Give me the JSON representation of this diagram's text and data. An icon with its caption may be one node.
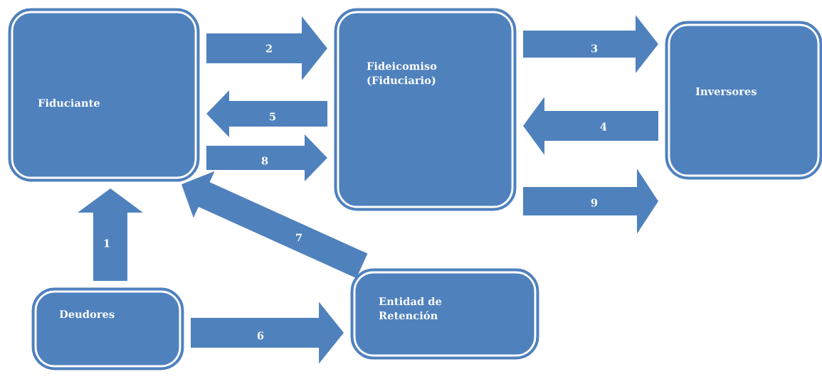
{
  "diagram": {
    "nodes": [
      {
        "text": [
          "Fiduciante"
        ]
      },
      {
        "text": [
          "Fideicomiso (Fiduciario)"
        ]
      },
      {
        "text": [
          "Inversores"
        ]
      },
      {
        "text": [
          "Deudores"
        ]
      },
      {
        "text": [
          "Entidad de Retención"
        ]
      }
    ],
    "edges": [
      {
        "from": 3,
        "to": 0,
        "arrow": "to",
        "label": "1"
      },
      {
        "from": 0,
        "to": 1,
        "arrow": "to",
        "label": "2"
      },
      {
        "from": 1,
        "to": 2,
        "arrow": "to",
        "label": "3"
      },
      {
        "from": 2,
        "to": 1,
        "arrow": "to",
        "label": "4"
      },
      {
        "from": 1,
        "to": 0,
        "arrow": "to",
        "label": "5"
      },
      {
        "from": 3,
        "to": 4,
        "arrow": "to",
        "label": "6"
      },
      {
        "from": 4,
        "to": 0,
        "arrow": "to",
        "label": "7"
      },
      {
        "from": 0,
        "to": 1,
        "arrow": "to",
        "label": "8"
      },
      {
        "from": 1,
        "to": 2,
        "arrow": "to",
        "label": "9"
      }
    ]
  }
}
